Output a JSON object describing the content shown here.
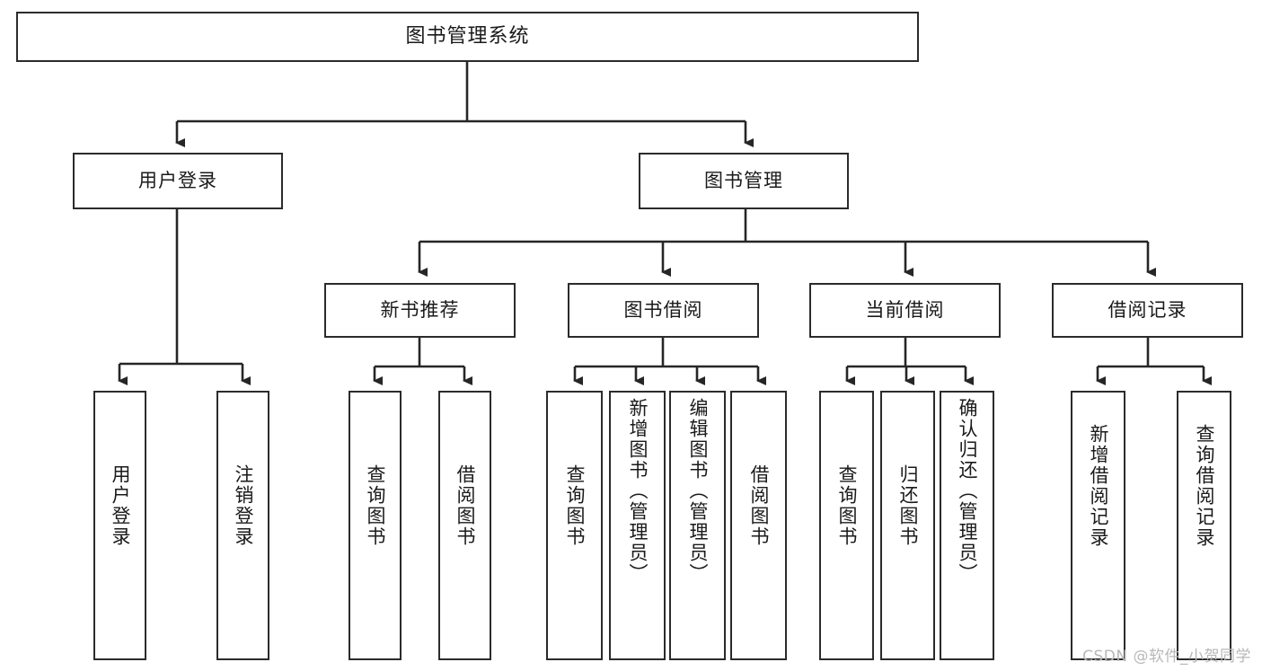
{
  "diagram": {
    "type": "tree-hierarchy-chart",
    "title": "图书管理系统",
    "colors": {
      "box_border": "#2b2b2b",
      "box_fill": "#ffffff",
      "connector": "#262626",
      "text": "#1a1a1a",
      "watermark": "#b8b8b8",
      "background": "#ffffff"
    },
    "root": {
      "label": "图书管理系统",
      "orientation": "horizontal"
    },
    "level2": [
      {
        "label": "用户登录",
        "orientation": "horizontal"
      },
      {
        "label": "图书管理",
        "orientation": "horizontal"
      }
    ],
    "level3": [
      {
        "label": "新书推荐",
        "orientation": "horizontal"
      },
      {
        "label": "图书借阅",
        "orientation": "horizontal"
      },
      {
        "label": "当前借阅",
        "orientation": "horizontal"
      },
      {
        "label": "借阅记录",
        "orientation": "horizontal"
      }
    ],
    "leaves": {
      "user_login": [
        {
          "label": "用户登录",
          "orientation": "vertical"
        },
        {
          "label": "注销登录",
          "orientation": "vertical"
        }
      ],
      "new_book_recommend": [
        {
          "label": "查询图书",
          "orientation": "vertical"
        },
        {
          "label": "借阅图书",
          "orientation": "vertical"
        }
      ],
      "book_borrow": [
        {
          "label": "查询图书",
          "orientation": "vertical"
        },
        {
          "label": "新增图书（管理员）",
          "orientation": "vertical"
        },
        {
          "label": "编辑图书（管理员）",
          "orientation": "vertical"
        },
        {
          "label": "借阅图书",
          "orientation": "vertical"
        }
      ],
      "current_borrow": [
        {
          "label": "查询图书",
          "orientation": "vertical"
        },
        {
          "label": "归还图书",
          "orientation": "vertical"
        },
        {
          "label": "确认归还（管理员）",
          "orientation": "vertical"
        }
      ],
      "borrow_record": [
        {
          "label": "新增借阅记录",
          "orientation": "vertical"
        },
        {
          "label": "查询借阅记录",
          "orientation": "vertical"
        }
      ]
    },
    "watermark": "CSDN @软件_小贺同学"
  }
}
